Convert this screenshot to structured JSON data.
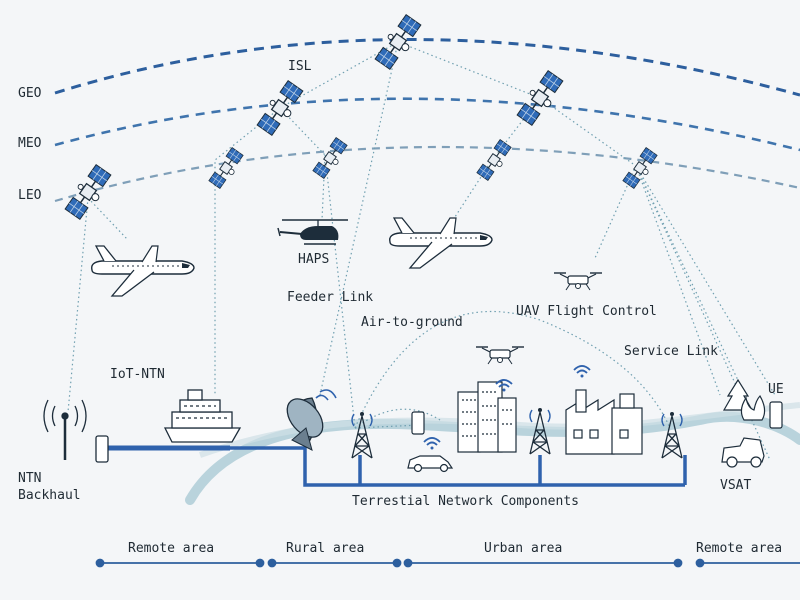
{
  "orbits": {
    "geo": "GEO",
    "meo": "MEO",
    "leo": "LEO"
  },
  "labels": {
    "isl": "ISL",
    "haps": "HAPS",
    "feeder_link": "Feeder Link",
    "air_to_ground": "Air-to-ground",
    "uav_flight_control": "UAV Flight Control",
    "service_link": "Service Link",
    "iot_ntn": "IoT-NTN",
    "ue": "UE",
    "vsat": "VSAT",
    "ntn_backhaul_line1": "NTN",
    "ntn_backhaul_line2": "Backhaul",
    "terrestrial": "Terrestial Network Components"
  },
  "areas": [
    "Remote area",
    "Rural area",
    "Urban area",
    "Remote area"
  ],
  "colors": {
    "orbit_geo": "#2d5f9e",
    "orbit_meo": "#3f74ad",
    "orbit_leo": "#7f9fb8",
    "network_line": "#2f62ad",
    "wave": "#b9d3dc",
    "link": "#6f9fb0",
    "satellite_panel": "#2f6bb8",
    "scale_line": "#2d5f9e"
  }
}
